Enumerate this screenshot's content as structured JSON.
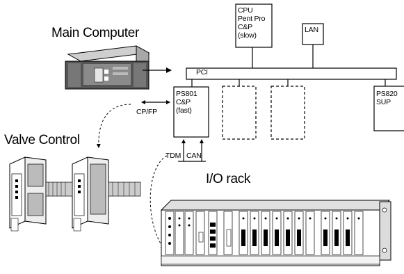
{
  "labels": {
    "main_computer": "Main Computer",
    "valve_control": "Valve Control",
    "io_rack": "I/O rack",
    "pci": "PCI",
    "cpu_box": "CPU\nPent Pro\nC&P\n(slow)",
    "lan": "LAN",
    "ps801_box": "PS801\nC&P\n(fast)",
    "ps820_box": "PS820\nSUP",
    "cp_fp": "CP/FP",
    "tdm": "TDM",
    "can": "CAN"
  },
  "colors": {
    "line": "#000000",
    "computer_body": "#d9d9d9",
    "computer_front": "#4a4a4a",
    "rack_panel": "#e8e8e8"
  }
}
